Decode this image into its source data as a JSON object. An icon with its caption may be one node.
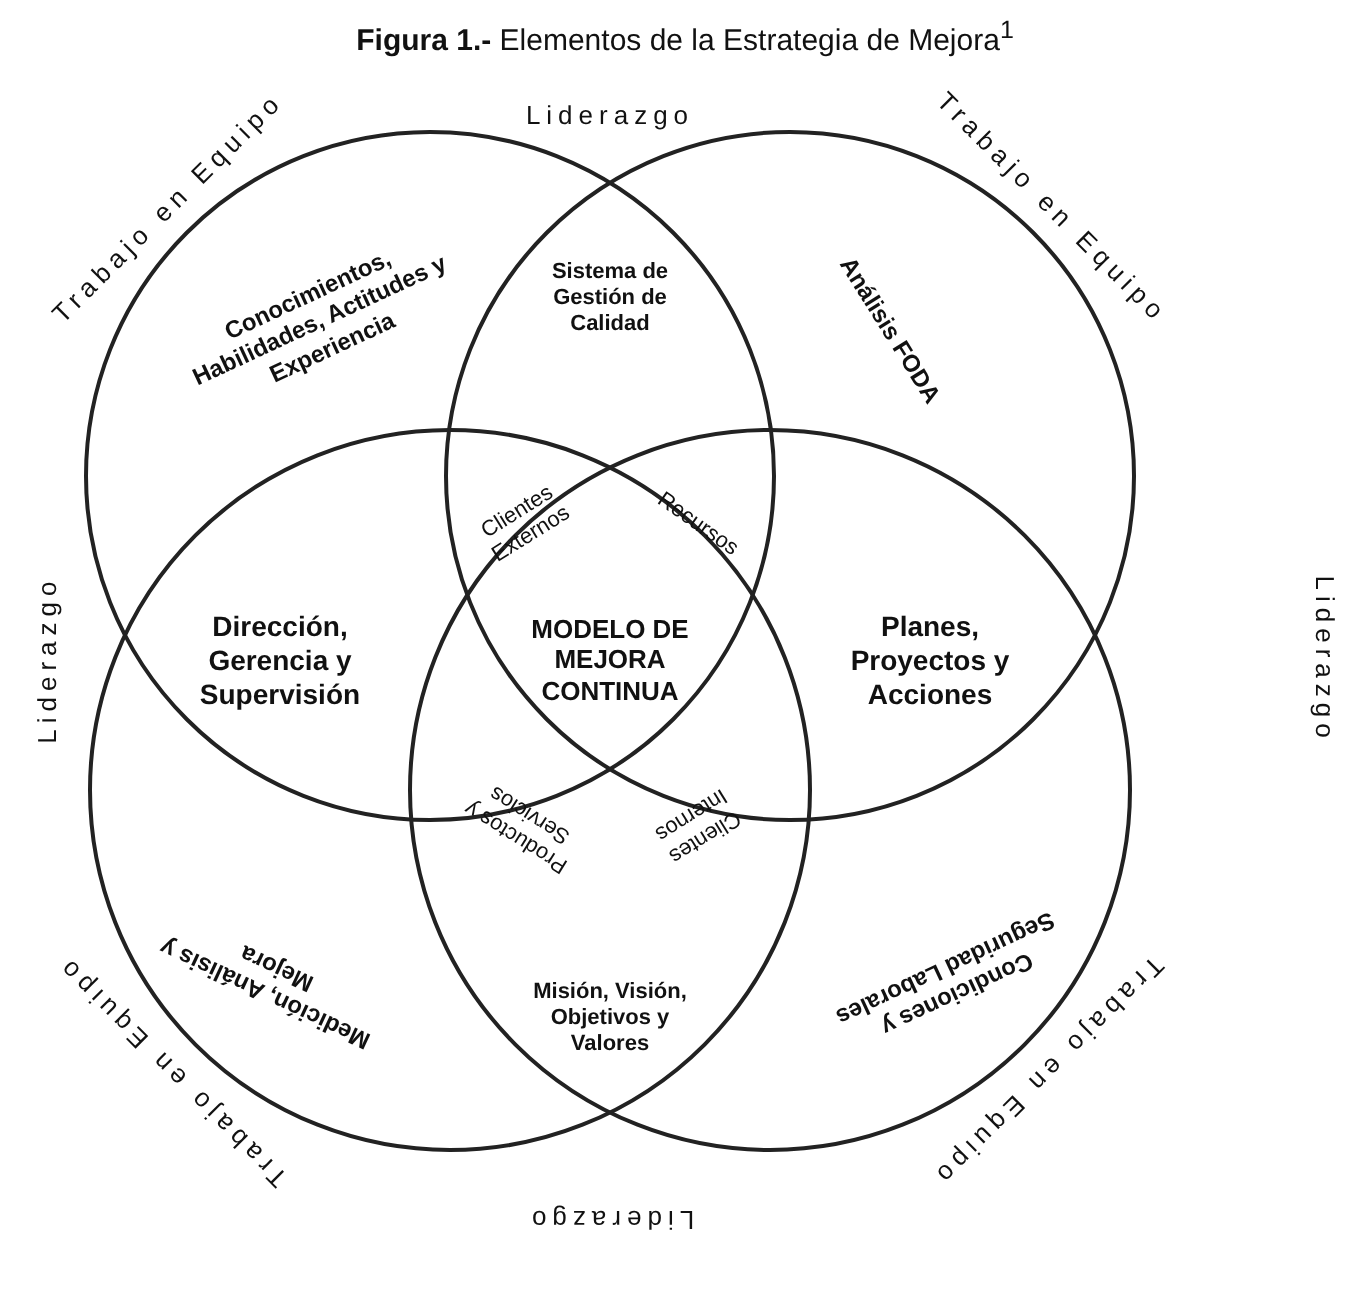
{
  "diagram": {
    "title": "**Figura 1.-** Elementos de la Estrategia de Mejora$^{1}$",
    "nodes": [
      {
        "text": [],
        "shape": "circle"
      },
      {
        "text": [],
        "shape": "circle"
      },
      {
        "text": [],
        "shape": "circle"
      },
      {
        "text": [],
        "shape": "circle"
      }
    ],
    "labels": [
      "Trabajo en Equipo",
      "Liderazgo",
      "Trabajo en Equipo",
      "Conocimientos, Habilidades, Actitudes y Experiencia",
      "Sistema de Gestión de Calidad",
      "Análisis FODA",
      "Clientes Externos",
      "Recursos",
      "Liderazgo",
      "Dirección, Gerencia y Supervisión",
      "MODELO DE MEJORA CONTINUA",
      "Planes, Proyectos y Acciones",
      "Liderazgo",
      "Productos y Servicios",
      "Clientes Internos",
      "Medición, Análisis y Mejora",
      "Misión, Visión, Objetivos y Valores",
      "Condiciones y Seguridad Laborales",
      "Trabajo en Equipo",
      "Liderazgo",
      "Trabajo en Equipo"
    ]
  }
}
